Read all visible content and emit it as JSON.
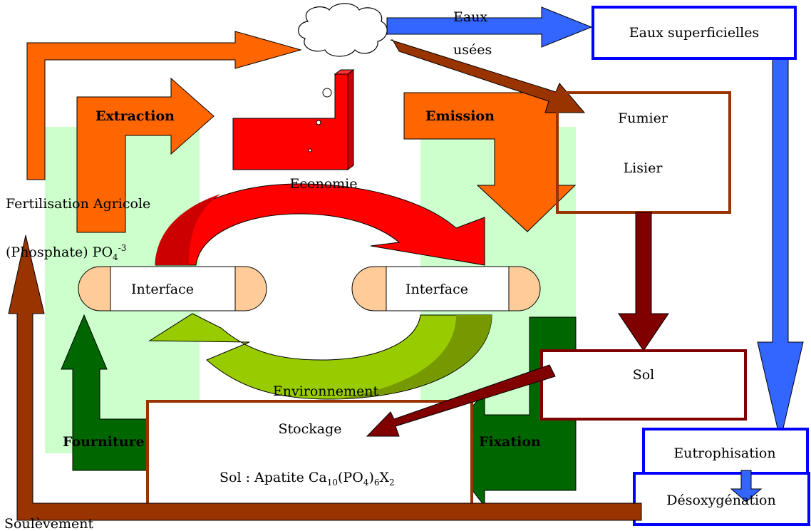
{
  "labels": {
    "eaux_usees_1": "Eaux",
    "eaux_usees_2": "usées",
    "eaux_superficielles": "Eaux superficielles",
    "extraction": "Extraction",
    "emission": "Emission",
    "fumier": "Fumier",
    "lisier": "Lisier",
    "economie": "Economie",
    "fertilisation": "Fertilisation Agricole",
    "phosphate": "(Phosphate) PO",
    "phosphate_sub": "4",
    "phosphate_sup": "-3",
    "interface_left": "Interface",
    "interface_right": "Interface",
    "sol": "Sol",
    "environnement": "Environnement",
    "stockage": "Stockage",
    "apatite_prefix": "Sol : Apatite  Ca",
    "apatite_sub1": "10",
    "apatite_mid1": "(PO",
    "apatite_sub2": "4",
    "apatite_mid2": ")",
    "apatite_sub3": "6",
    "apatite_mid3": "X",
    "apatite_sub4": "2",
    "fourniture": "Fourniture",
    "fixation": "Fixation",
    "eutrophisation": "Eutrophisation",
    "desoxygenation": "Désoxygénation",
    "soulevement": "Soulèvement"
  }
}
